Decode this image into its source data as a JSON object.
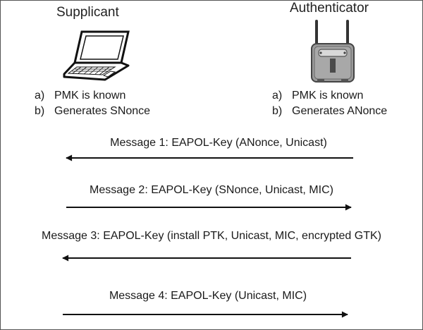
{
  "supplicant": {
    "title": "Supplicant",
    "device_icon": "laptop-icon",
    "facts": [
      {
        "marker": "a)",
        "text": "PMK is known"
      },
      {
        "marker": "b)",
        "text": "Generates SNonce"
      }
    ]
  },
  "authenticator": {
    "title": "Authenticator",
    "device_icon": "access-point-icon",
    "facts": [
      {
        "marker": "a)",
        "text": "PMK is known"
      },
      {
        "marker": "b)",
        "text": "Generates ANonce"
      }
    ]
  },
  "messages": [
    {
      "label": "Message 1: EAPOL-Key (ANonce, Unicast)",
      "direction": "to-supplicant"
    },
    {
      "label": "Message 2: EAPOL-Key (SNonce, Unicast, MIC)",
      "direction": "to-authenticator"
    },
    {
      "label": "Message 3: EAPOL-Key (install PTK, Unicast, MIC, encrypted GTK)",
      "direction": "to-supplicant"
    },
    {
      "label": "Message 4: EAPOL-Key (Unicast, MIC)",
      "direction": "to-authenticator"
    }
  ],
  "colors": {
    "line": "#111111",
    "device_body": "#9a9a9a",
    "device_dark": "#555555"
  }
}
